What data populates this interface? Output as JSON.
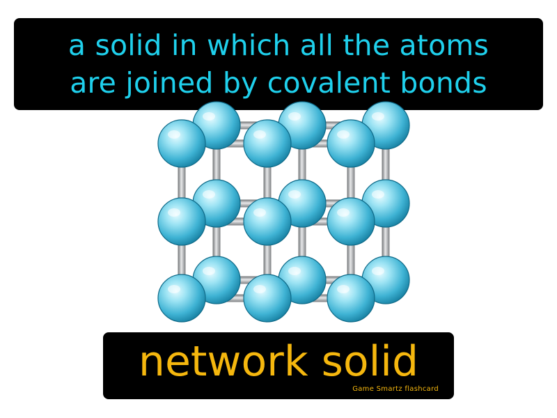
{
  "definition": {
    "text": "a solid in which all the atoms\nare joined by covalent bonds"
  },
  "term": {
    "text": "network solid"
  },
  "credit": {
    "text": "Game Smartz flashcard"
  },
  "colors": {
    "definition_text": "#1fd0ec",
    "term_text": "#f5b70e",
    "box_background": "#000000",
    "atom": "#3fb3d4",
    "bond": "#a7a9ab"
  }
}
